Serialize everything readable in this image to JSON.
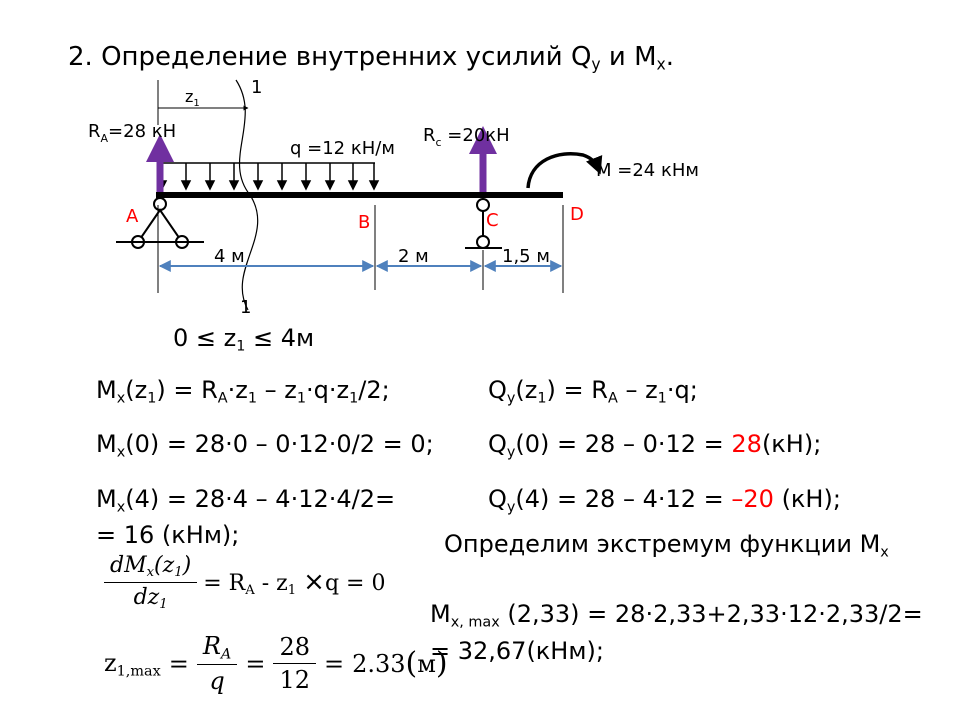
{
  "title": {
    "text": "2. Определение внутренних усилий Q",
    "q_sub": "y",
    "mid": " и M",
    "m_sub": "x",
    "end": "."
  },
  "diagram": {
    "section_top": "1",
    "section_bottom": "1",
    "z1": {
      "base": "z",
      "sub": "1"
    },
    "ra_label": {
      "base": "R",
      "sub": "A",
      "value": "=28 кН"
    },
    "rc_label": {
      "base": "R",
      "sub": "c",
      "value": " =20кН"
    },
    "q_label": "q =12 кН/м",
    "m_label": "M =24 кНм",
    "point_a": "A",
    "point_b": "B",
    "point_c": "C",
    "point_d": "D",
    "dim_ab": "4 м",
    "dim_bc": "2 м",
    "dim_cd": "1,5 м",
    "colors": {
      "arrows": "#7030a0",
      "points": "#ff0000",
      "dimensions": "#4f81bd",
      "beam": "#000000"
    }
  },
  "range": {
    "pre": "0 ≤ z",
    "sub": "1",
    "post": " ≤ 4м"
  },
  "left_eqs": {
    "mx_z1": {
      "m": "M",
      "ms": "x",
      "a": "(z",
      "as": "1",
      "b": ") = R",
      "bs": "A",
      "c": "·z",
      "cs": "1",
      "d": "  – z",
      "ds": "1",
      "e": "·q·z",
      "es": "1",
      "f": "/2;"
    },
    "mx_0": {
      "m": "M",
      "ms": "x",
      "rest": "(0) = 28·0 – 0·12·0/2 = 0;"
    },
    "mx_4": {
      "m": "M",
      "ms": "x",
      "rest": "(4) = 28·4 – 4·12·4/2=",
      "line2": "= 16 (кНм);"
    }
  },
  "right_eqs": {
    "qy_z1": {
      "q": "Q",
      "qs": "y",
      "a": "(z",
      "as": "1",
      "b": ") = R",
      "bs": "A",
      "c": " – z",
      "cs": "1",
      "d": "·q;"
    },
    "qy_0": {
      "q": "Q",
      "qs": "y",
      "a": "(0) = 28  –  0·12 = ",
      "val": "28",
      "b": "(кН);"
    },
    "qy_4": {
      "q": "Q",
      "qs": "y",
      "a": "(4) = 28  –  4·12  = ",
      "val": "–20",
      "b": " (кН);"
    },
    "extremum": {
      "text": "Определим экстремум функции M",
      "sub": "x"
    },
    "mx_max": {
      "m": "M",
      "ms": "x, max",
      "rest": " (2,33) = 28·2,33+2,33·12·2,33/2=",
      "line2": "= 32,67(кНм);"
    }
  },
  "derivative": {
    "num": "dM",
    "num_sub": "x",
    "num_arg": "z",
    "num_arg_sub": "1",
    "den": "dz",
    "den_sub": "1",
    "rhs1": "= R",
    "rhs1_sub": "A",
    "rhs2": " -  z",
    "rhs2_sub": "1",
    "times": "×",
    "rhs3": "q = 0"
  },
  "zmax": {
    "lhs": "z",
    "lhs_sub": "1,max",
    "eq1": "=",
    "f1_num": "R",
    "f1_num_sub": "A",
    "f1_den": "q",
    "eq2": "=",
    "f2_num": "28",
    "f2_den": "12",
    "eq3": "=",
    "result": "2.33",
    "unit": "м"
  }
}
